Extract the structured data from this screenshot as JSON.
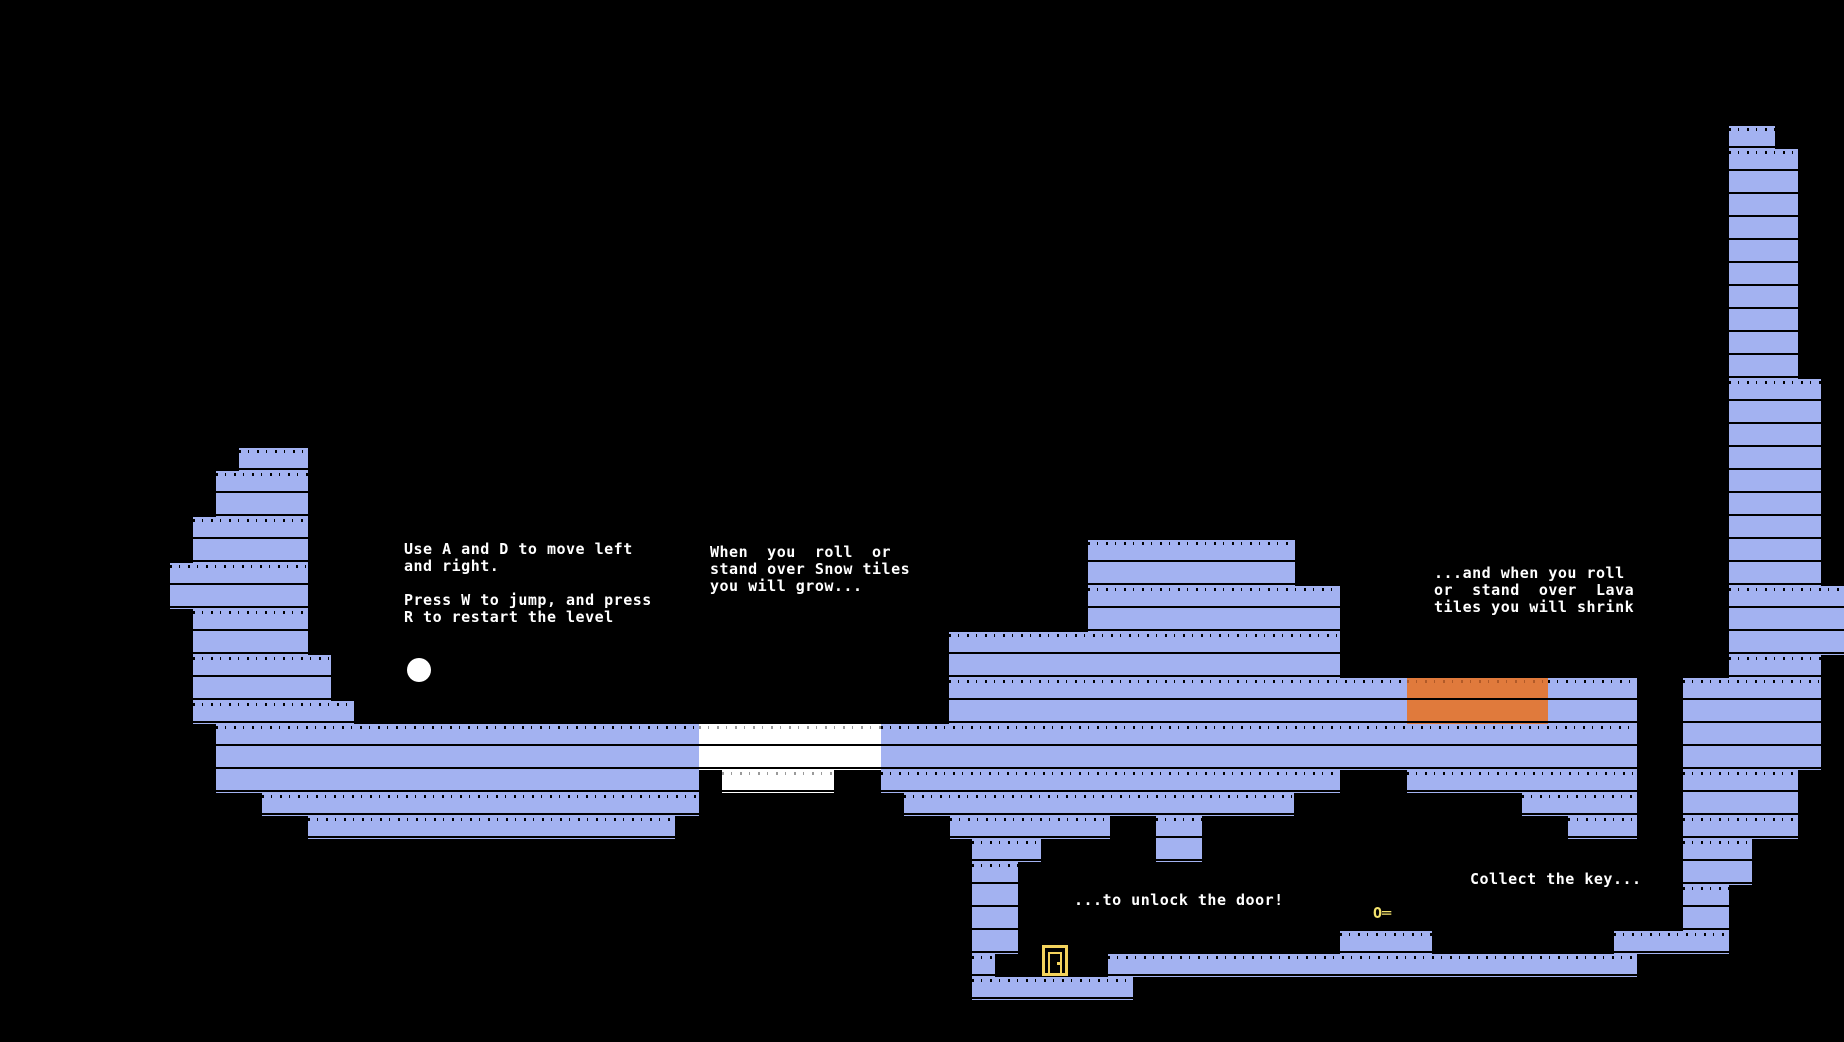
{
  "game": {
    "title": "",
    "colors": {
      "background": "#000000",
      "wall": "#a3b2f1",
      "snow": "#ffffff",
      "lava": "#e07a3c",
      "key": "#f3e26d",
      "door": "#f3d25c",
      "player": "#ffffff"
    },
    "hints": {
      "move": "Use A and D to move left\nand right.",
      "jump": "Press W to jump, and press\nR to restart the level",
      "snow": "When  you  roll  or\nstand over Snow tiles\nyou will grow...",
      "lava": "...and when you roll\nor  stand  over  Lava\ntiles you will shrink",
      "key": "Collect the key...",
      "door": "...to unlock the door!"
    },
    "icons": {
      "player": "ball-player",
      "key": "key-icon",
      "door": "door-icon"
    },
    "key_glyph": "O═"
  }
}
